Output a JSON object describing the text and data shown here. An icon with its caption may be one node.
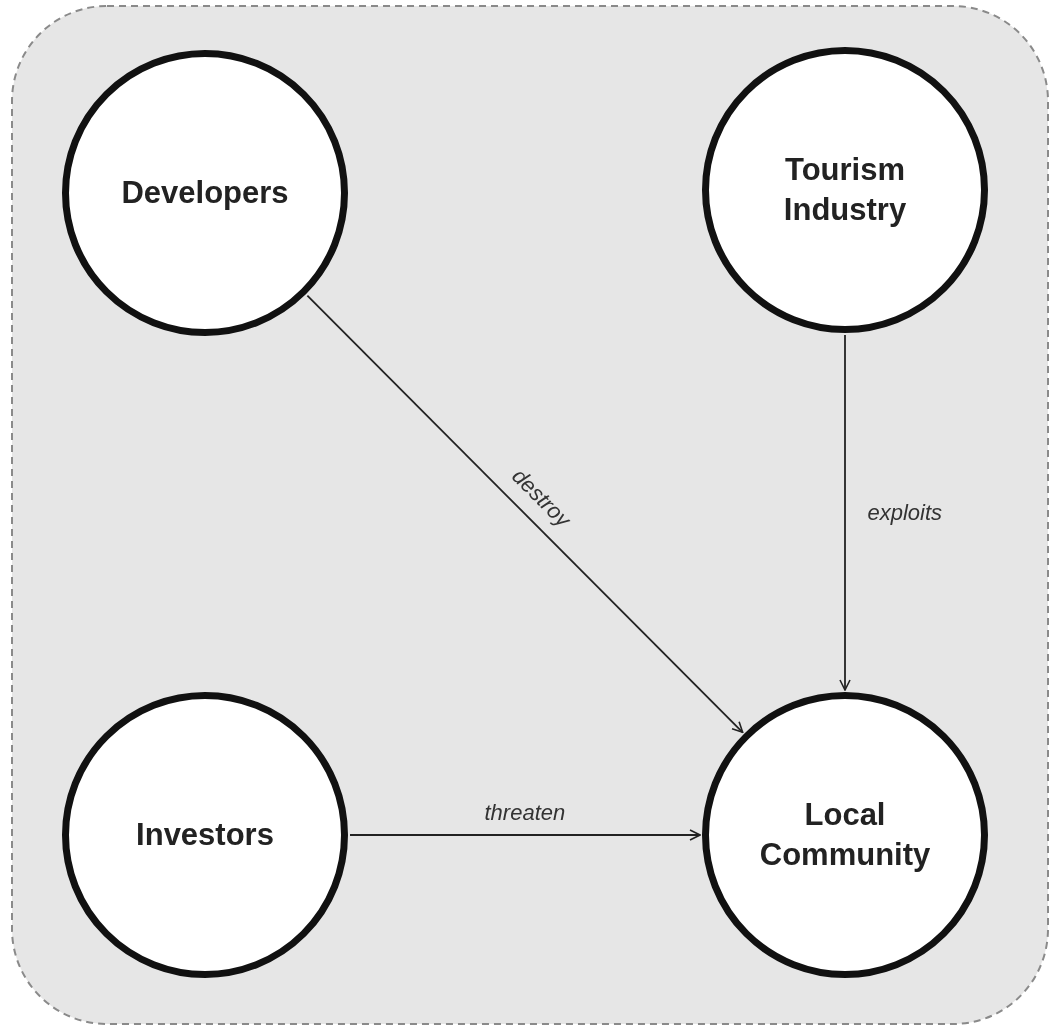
{
  "diagram": {
    "nodes": [
      {
        "text": [
          "Developers"
        ]
      },
      {
        "text": [
          "Tourism Industry"
        ]
      },
      {
        "text": [
          "Investors"
        ]
      },
      {
        "text": [
          "Local Community"
        ]
      }
    ],
    "edges": [
      {
        "from": 0,
        "to": 3,
        "arrow": "to",
        "label": "destroy"
      },
      {
        "from": 1,
        "to": 3,
        "arrow": "to",
        "label": "exploits"
      },
      {
        "from": 2,
        "to": 3,
        "arrow": "to",
        "label": "threaten"
      }
    ]
  }
}
